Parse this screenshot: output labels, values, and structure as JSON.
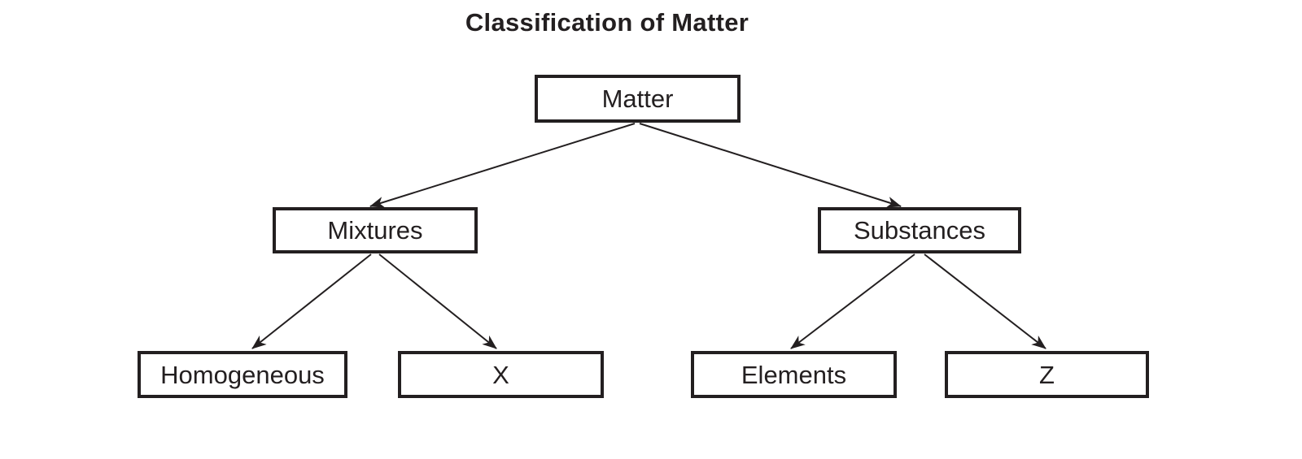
{
  "title": "Classification of Matter",
  "colors": {
    "ink": "#231f20",
    "background": "#ffffff"
  },
  "tree": {
    "root": {
      "label": "Matter"
    },
    "level2": [
      {
        "label": "Mixtures"
      },
      {
        "label": "Substances"
      }
    ],
    "level3": [
      {
        "label": "Homogeneous"
      },
      {
        "label": "X"
      },
      {
        "label": "Elements"
      },
      {
        "label": "Z"
      }
    ],
    "edges": [
      {
        "from": "Matter",
        "to": "Mixtures"
      },
      {
        "from": "Matter",
        "to": "Substances"
      },
      {
        "from": "Mixtures",
        "to": "Homogeneous"
      },
      {
        "from": "Mixtures",
        "to": "X"
      },
      {
        "from": "Substances",
        "to": "Elements"
      },
      {
        "from": "Substances",
        "to": "Z"
      }
    ]
  }
}
